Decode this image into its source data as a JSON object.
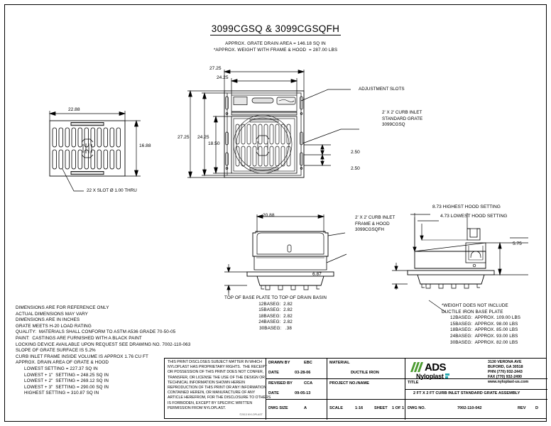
{
  "sheet": {
    "title": "3099CGSQ & 3099CGSQFH",
    "subtitle_1": "APPROX. GRATE DRAIN AREA = 146.18 SQ IN",
    "subtitle_2": "*APPROX. WEIGHT WITH FRAME & HOOD  = 287.00 LBS"
  },
  "grate_view": {
    "dim_width": "22.88",
    "dim_height": "16.88",
    "callout_slots": "22 X SLOT Ø 1.00 THRU"
  },
  "plan_view": {
    "dim_top_outer": "27.25",
    "dim_top_inner": "24.25",
    "dim_left_outer": "27.25",
    "dim_left_inner": "24.25",
    "dim_inner_grate": "18.50",
    "dim_slot_upper": "2.50",
    "dim_slot_lower": "2.50",
    "callout_adjustment_slots": "ADJUSTMENT SLOTS",
    "callout_grate_l1": "2' X 2' CURB INLET",
    "callout_grate_l2": "STANDARD GRATE",
    "callout_grate_l3": "3099CGSQ"
  },
  "elevation_center": {
    "dim_width": "20.88",
    "dim_height": "6.87",
    "callout_frame_l1": "2' X 2' CURB INLET",
    "callout_frame_l2": "FRAME & HOOD",
    "callout_frame_l3": "3099CGSQFH",
    "note_title": "TOP OF BASE PLATE TO TOP OF DRAIN BASIN",
    "note_rows": [
      "12BASEG:  2.82",
      "15BASEG:  2.82",
      "18BASEG:  2.82",
      "24BASEG:  2.82",
      "30BASEG:   .38"
    ]
  },
  "elevation_right": {
    "dim_highest": "8.73 HIGHEST HOOD SETTING",
    "dim_lowest": "4.73 LOWEST HOOD SETTING",
    "dim_side": "5.75"
  },
  "notes_left": [
    "DIMENSIONS ARE FOR REFERENCE ONLY",
    "ACTUAL DIMENSIONS MAY VARY",
    "DIMENSIONS ARE IN INCHES",
    "GRATE MEETS H-20 LOAD RATING",
    "QUALITY:  MATERIALS SHALL CONFORM TO ASTM A536 GRADE 70-50-05",
    "PAINT:  CASTINGS ARE FURNISHED WITH A BLACK PAINT",
    "LOCKING DEVICE AVAILABLE UPON REQUEST SEE DRAWING NO. 7002-110-063",
    "SLOPE OF GRATE SURFACE IS 5.2%",
    "CURB INLET FRAME INSIDE VOLUME IS APPROX 1.76 CU FT",
    "APPROX. DRAIN AREA OF GRATE & HOOD"
  ],
  "notes_left_indented": [
    "LOWEST SETTING = 227.37 SQ IN",
    "LOWEST + 1\"  SETTING = 248.25 SQ IN",
    "LOWEST + 2\"  SETTING = 269.12 SQ IN",
    "LOWEST + 3\"  SETTING = 290.00 SQ IN",
    "HIGHEST SETTING = 310.87 SQ IN"
  ],
  "notes_right": {
    "line_1": "*WEIGHT DOES NOT INCLUDE",
    "line_2": "DUCTILE IRON BASE PLATE",
    "rows": [
      "12BASEG:  APPROX. 109.00 LBS",
      "15BASEG:  APPROX. 98.00 LBS",
      "18BASEG:  APPROX. 85.00 LBS",
      "24BASEG:  APPROX. 93.00 LBS",
      "30BASEG:  APPROX. 82.00 LBS"
    ]
  },
  "titleblock": {
    "legal": "THIS PRINT DISCLOSES SUBJECT MATTER IN WHICH\nNYLOPLAST HAS PROPRIETARY RIGHTS.  THE RECEIPT\nOR POSSESSION OF THIS PRINT DOES NOT CONFER,\nTRANSFER, OR LICENSE THE USE OF THE DESIGN OR\nTECHNICAL INFORMATION SHOWN HEREIN\nREPRODUCTION OF THIS PRINT OR ANY INFORMATION\nCONTAINED HEREIN, OR MANUFACTURE OF ANY\nARTICLE HEREFROM, FOR THE DISCLOSURE TO OTHERS\nIS FORBIDDEN, EXCEPT BY SPECIFIC WRITTEN\nPERMISSION FROM NYLOPLAST.",
    "copyright": "©2013 NYLOPLAST",
    "drawn_by_label": "DRAWN BY",
    "drawn_by_value": "EBC",
    "date1_label": "DATE",
    "date1_value": "03-28-06",
    "revised_by_label": "REVISED BY",
    "revised_by_value": "CCA",
    "date2_label": "DATE",
    "date2_value": "09-05-13",
    "dwg_size_label": "DWG SIZE",
    "dwg_size_value": "A",
    "material_label": "MATERIAL",
    "material_value": "DUCTILE IRON",
    "project_label": "PROJECT NO./NAME",
    "project_value": "",
    "scale_label": "SCALE",
    "scale_value": "1:16",
    "sheet_label": "SHEET",
    "sheet_value": "1 OF 1",
    "company_name": "ADS",
    "brand_name": "Nyloplast",
    "address": "3130 VERONA AVE\nBUFORD, GA 30518\nPHN (770) 932-2443\nFAX (770) 932-2490\nwww.nyloplast-us.com",
    "title_label": "TITLE",
    "title_value": "2 FT X 2 FT CURB INLET STANDARD GRATE ASSEMBLY",
    "dwg_no_label": "DWG NO.",
    "dwg_no_value": "7002-110-042",
    "rev_label": "REV",
    "rev_value": "D"
  },
  "colors": {
    "ink": "#000000",
    "brand_green": "#4a9b2f",
    "brand_teal": "#2aa8b0"
  }
}
